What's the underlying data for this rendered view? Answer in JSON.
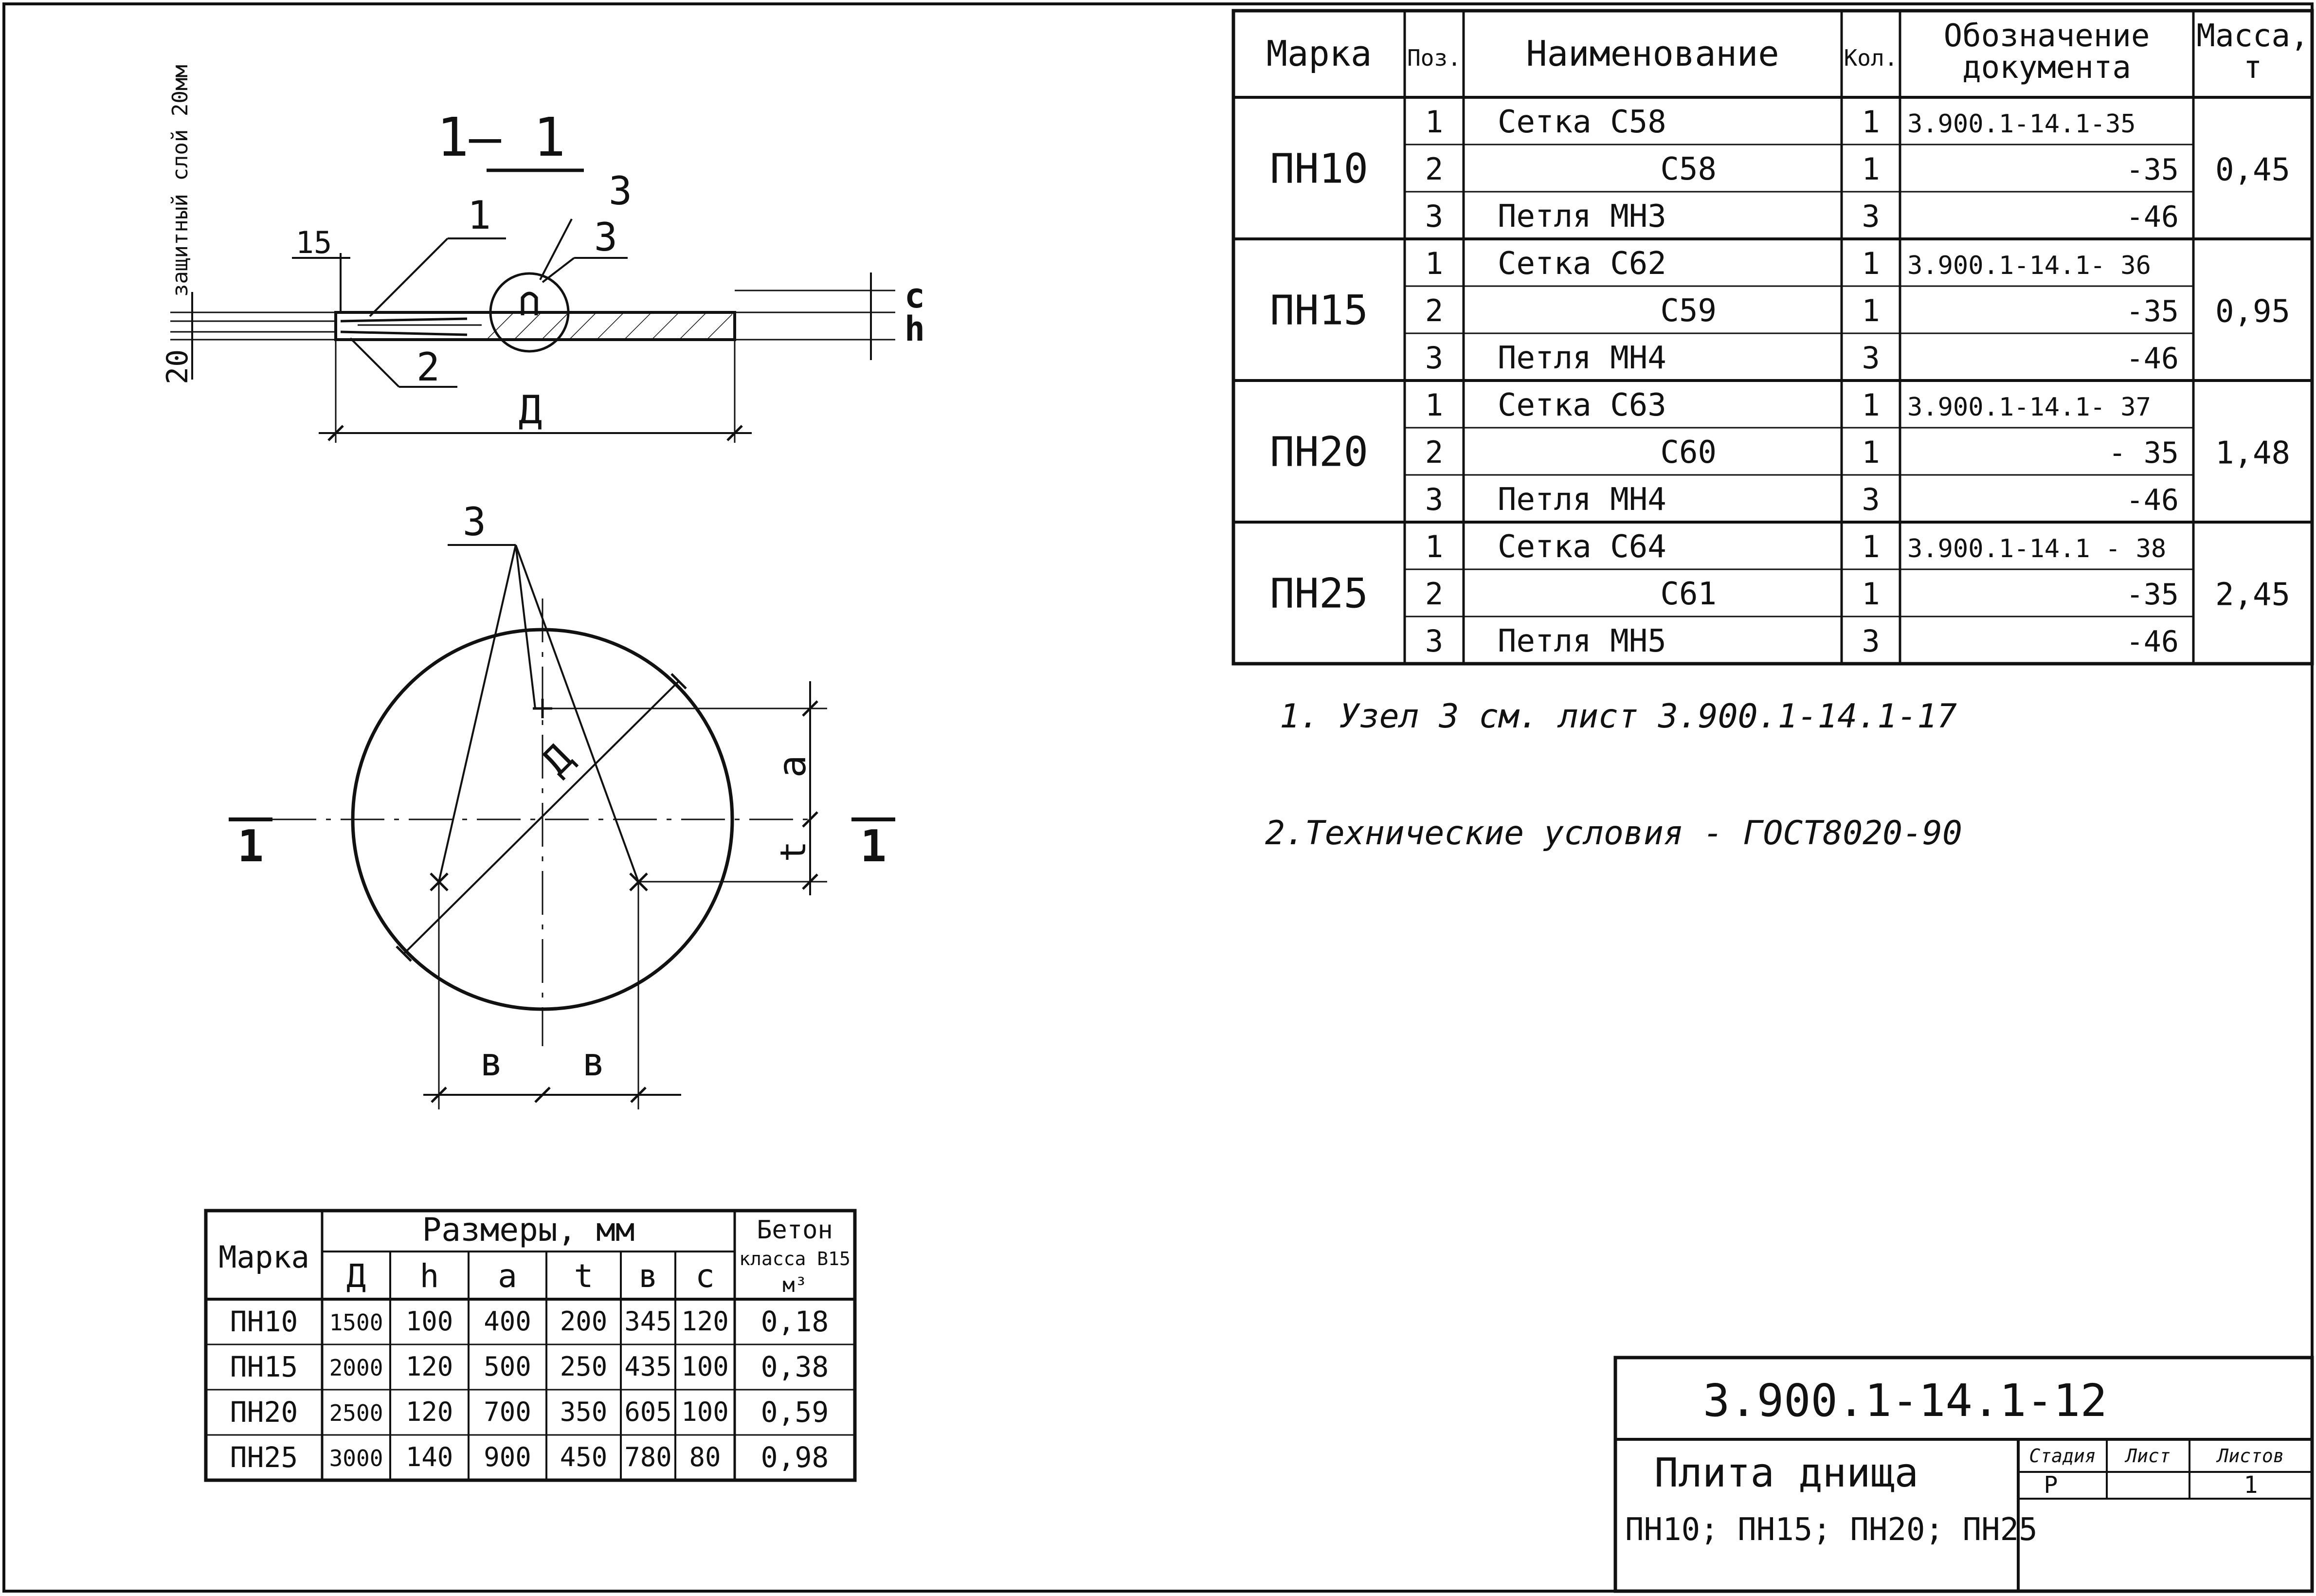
{
  "section": {
    "title": "1– 1",
    "label_1": "1",
    "label_2": "2",
    "label_3a": "3",
    "label_3b": "3",
    "dim_15": "15",
    "dim_20": "20",
    "protective_layer": "защитный слой 20мм",
    "dim_c": "c",
    "dim_h": "h",
    "dim_D": "Д"
  },
  "plan": {
    "label_3": "3",
    "dim_D": "Д",
    "dim_a": "a",
    "dim_t": "t",
    "dim_b1": "в",
    "dim_b2": "в",
    "cut_left": "1",
    "cut_right": "1"
  },
  "spec_table": {
    "headers": [
      "Марка",
      "Поз.",
      "Наименование",
      "Кол.",
      "Обозначение документа",
      "Масса, т"
    ],
    "groups": [
      {
        "mark": "ПН10",
        "mass": "0,45",
        "rows": [
          {
            "pos": "1",
            "name": "Сетка С58",
            "qty": "1",
            "doc": "3.900.1-14.1-35"
          },
          {
            "pos": "2",
            "name": "С58",
            "qty": "1",
            "doc": "-35"
          },
          {
            "pos": "3",
            "name": "Петля МН3",
            "qty": "3",
            "doc": "-46"
          }
        ]
      },
      {
        "mark": "ПН15",
        "mass": "0,95",
        "rows": [
          {
            "pos": "1",
            "name": "Сетка С62",
            "qty": "1",
            "doc": "3.900.1-14.1- 36"
          },
          {
            "pos": "2",
            "name": "С59",
            "qty": "1",
            "doc": "-35"
          },
          {
            "pos": "3",
            "name": "Петля МН4",
            "qty": "3",
            "doc": "-46"
          }
        ]
      },
      {
        "mark": "ПН20",
        "mass": "1,48",
        "rows": [
          {
            "pos": "1",
            "name": "Сетка С63",
            "qty": "1",
            "doc": "3.900.1-14.1- 37"
          },
          {
            "pos": "2",
            "name": "С60",
            "qty": "1",
            "doc": "- 35"
          },
          {
            "pos": "3",
            "name": "Петля МН4",
            "qty": "3",
            "doc": "-46"
          }
        ]
      },
      {
        "mark": "ПН25",
        "mass": "2,45",
        "rows": [
          {
            "pos": "1",
            "name": "Сетка С64",
            "qty": "1",
            "doc": "3.900.1-14.1 - 38"
          },
          {
            "pos": "2",
            "name": "С61",
            "qty": "1",
            "doc": "-35"
          },
          {
            "pos": "3",
            "name": "Петля МН5",
            "qty": "3",
            "doc": "-46"
          }
        ]
      }
    ]
  },
  "notes": [
    "1. Узел 3 см. лист 3.900.1-14.1-17",
    "2.Технические условия - ГОСТ8020-90"
  ],
  "dims_table": {
    "header_mark": "Марка",
    "header_sizes": "Размеры, мм",
    "header_concrete_1": "Бетон",
    "header_concrete_2": "класса В15",
    "header_concrete_3": "м³",
    "columns": [
      "Д",
      "h",
      "а",
      "t",
      "в",
      "с"
    ],
    "rows": [
      {
        "mark": "ПН10",
        "vals": [
          "1500",
          "100",
          "400",
          "200",
          "345",
          "120"
        ],
        "concrete": "0,18"
      },
      {
        "mark": "ПН15",
        "vals": [
          "2000",
          "120",
          "500",
          "250",
          "435",
          "100"
        ],
        "concrete": "0,38"
      },
      {
        "mark": "ПН20",
        "vals": [
          "2500",
          "120",
          "700",
          "350",
          "605",
          "100"
        ],
        "concrete": "0,59"
      },
      {
        "mark": "ПН25",
        "vals": [
          "3000",
          "140",
          "900",
          "450",
          "780",
          "80"
        ],
        "concrete": "0,98"
      }
    ]
  },
  "title_block": {
    "code": "3.900.1-14.1-12",
    "name_1": "Плита днища",
    "name_2": "ПН10; ПН15; ПН20; ПН25",
    "stage_label": "Стадия",
    "sheet_label": "Лист",
    "sheets_label": "Листов",
    "stage_value": "Р",
    "sheet_value": "",
    "sheets_value": "1"
  }
}
